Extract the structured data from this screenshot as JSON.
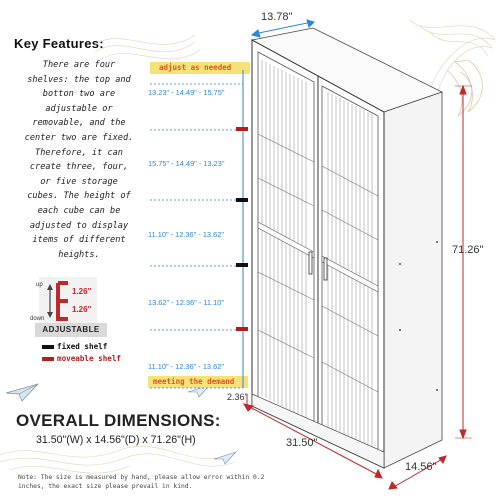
{
  "key_features": {
    "title": "Key Features:",
    "lines": [
      "There are four",
      "shelves: the top and",
      "botton two are",
      "adjustable or",
      "removable, and the",
      "center two are fixed.",
      "Therefore, it can",
      "create three, four,",
      "or five storage",
      "cubes. The height of",
      "each cube can be",
      "adjusted to display",
      "items of different",
      "heights."
    ]
  },
  "adjust_badge": {
    "up": "up",
    "down": "down",
    "value_top": "1.26\"",
    "value_bottom": "1.26\"",
    "label": "ADJUSTABLE"
  },
  "legend": {
    "fixed": "fixed shelf",
    "moveable": "moveable shelf",
    "fixed_color": "#111111",
    "moveable_color": "#b01e1e"
  },
  "annotations": {
    "adjust_as_needed": "adjust as needed",
    "meeting_the_demand": "meeting the demand"
  },
  "cube_heights": [
    "13.23\" - 14.49\" - 15.75\"",
    "15.75\" - 14.49\" - 13.23\"",
    "11.10\" - 12.36\" - 13.62\"",
    "13.62\" - 12.36\" - 11.10\"",
    "11.10\" - 12.36\" - 13.62\""
  ],
  "measurements": {
    "top_depth": "13.78\"",
    "height": "71.26\"",
    "width": "31.50\"",
    "depth": "14.56\"",
    "base": "2.36\""
  },
  "overall": {
    "title": "OVERALL DIMENSIONS:",
    "value": "31.50\"(W) x 14.56\"(D) x 71.26\"(H)"
  },
  "note": "Note: The size is measured by hand, please allow error within 0.2 inches, the exact size please prevail in kind.",
  "colors": {
    "dimension_blue": "#2d86d6",
    "measure_red": "#c0282b",
    "accent_orange": "#d65a1f",
    "highlight_yellow": "#f7e27a"
  }
}
